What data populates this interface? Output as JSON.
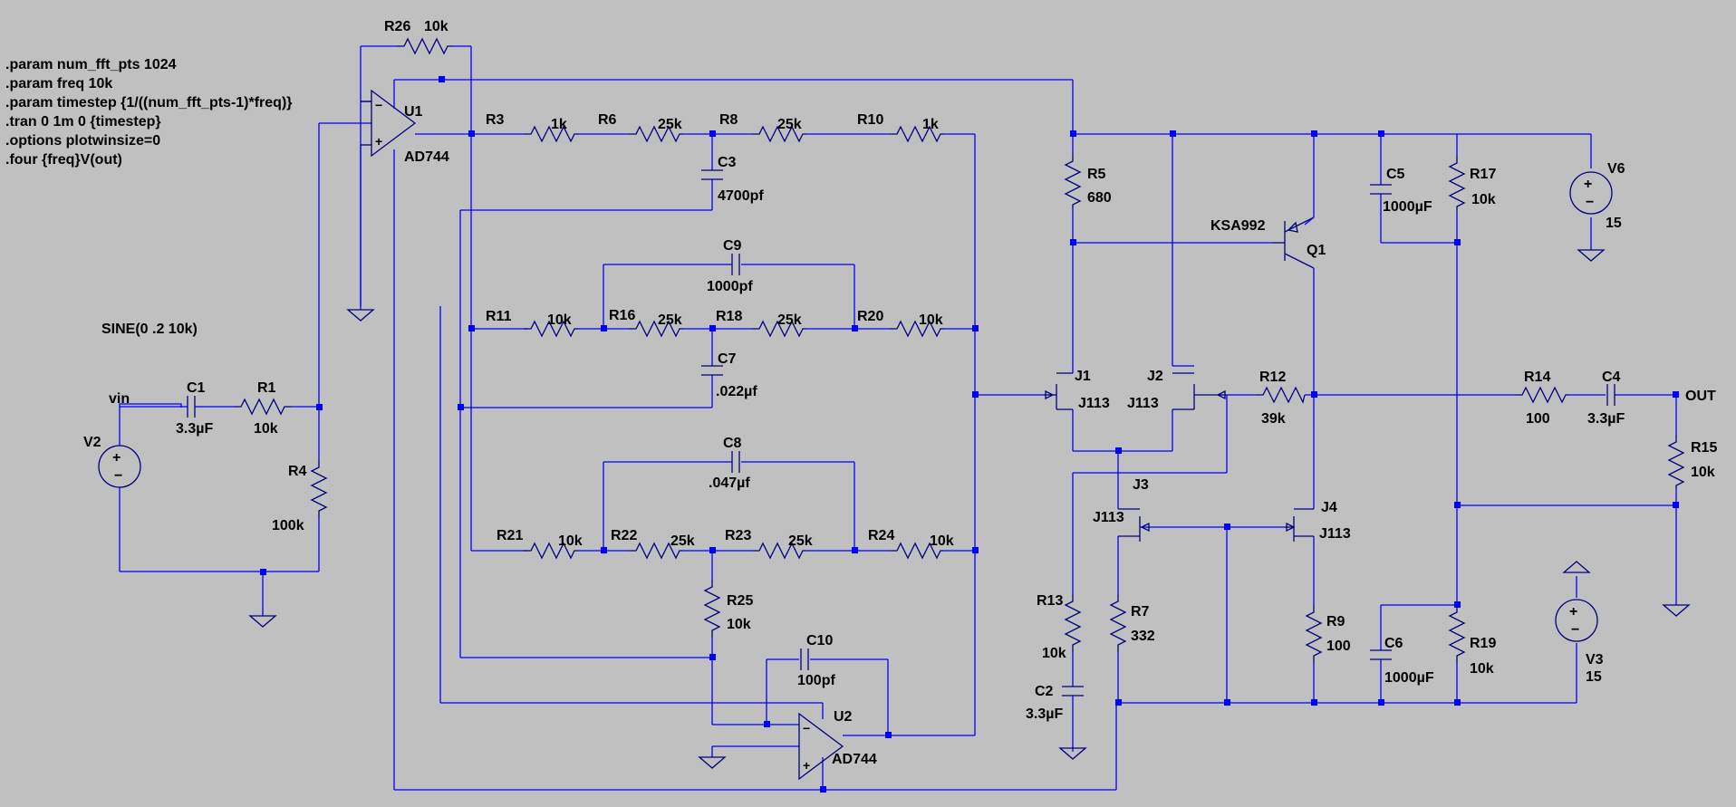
{
  "directives": [
    ".param num_fft_pts 1024",
    ".param freq 10k",
    ".param timestep {1/((num_fft_pts-1)*freq)}",
    ".tran 0 1m 0 {timestep}",
    ".options plotwinsize=0",
    ".four {freq}V(out)"
  ],
  "source_label": "SINE(0 .2 10k)",
  "net_labels": {
    "vin": "vin",
    "out": "OUT"
  },
  "components": [
    {
      "ref": "R26",
      "value": "10k"
    },
    {
      "ref": "U1",
      "value": "AD744"
    },
    {
      "ref": "R3",
      "value": "1k"
    },
    {
      "ref": "R6",
      "value": "25k"
    },
    {
      "ref": "R8",
      "value": "25k"
    },
    {
      "ref": "R10",
      "value": "1k"
    },
    {
      "ref": "C3",
      "value": "4700pf"
    },
    {
      "ref": "C9",
      "value": "1000pf"
    },
    {
      "ref": "R11",
      "value": "10k"
    },
    {
      "ref": "R16",
      "value": "25k"
    },
    {
      "ref": "R18",
      "value": "25k"
    },
    {
      "ref": "R20",
      "value": "10k"
    },
    {
      "ref": "C7",
      "value": ".022µf"
    },
    {
      "ref": "C8",
      "value": ".047µf"
    },
    {
      "ref": "R21",
      "value": "10k"
    },
    {
      "ref": "R22",
      "value": "25k"
    },
    {
      "ref": "R23",
      "value": "25k"
    },
    {
      "ref": "R24",
      "value": "10k"
    },
    {
      "ref": "R25",
      "value": "10k"
    },
    {
      "ref": "C10",
      "value": "100pf"
    },
    {
      "ref": "U2",
      "value": "AD744"
    },
    {
      "ref": "V2",
      "value": ""
    },
    {
      "ref": "C1",
      "value": "3.3µF"
    },
    {
      "ref": "R1",
      "value": "10k"
    },
    {
      "ref": "R4",
      "value": "100k"
    },
    {
      "ref": "R5",
      "value": "680"
    },
    {
      "ref": "Q1",
      "value": "KSA992"
    },
    {
      "ref": "C5",
      "value": "1000µF"
    },
    {
      "ref": "R17",
      "value": "10k"
    },
    {
      "ref": "V6",
      "value": "15"
    },
    {
      "ref": "J1",
      "value": "J113"
    },
    {
      "ref": "J2",
      "value": "J113"
    },
    {
      "ref": "R12",
      "value": "39k"
    },
    {
      "ref": "R14",
      "value": "100"
    },
    {
      "ref": "C4",
      "value": "3.3µF"
    },
    {
      "ref": "R15",
      "value": "10k"
    },
    {
      "ref": "J3",
      "value": "J113"
    },
    {
      "ref": "J4",
      "value": "J113"
    },
    {
      "ref": "R13",
      "value": "10k"
    },
    {
      "ref": "C2",
      "value": "3.3µF"
    },
    {
      "ref": "R7",
      "value": "332"
    },
    {
      "ref": "R9",
      "value": "100"
    },
    {
      "ref": "C6",
      "value": "1000µF"
    },
    {
      "ref": "R19",
      "value": "10k"
    },
    {
      "ref": "V3",
      "value": "15"
    }
  ],
  "colors": {
    "background": "#c0c0c0",
    "wire": "#0000ff",
    "component": "#000080",
    "text": "#000000"
  }
}
